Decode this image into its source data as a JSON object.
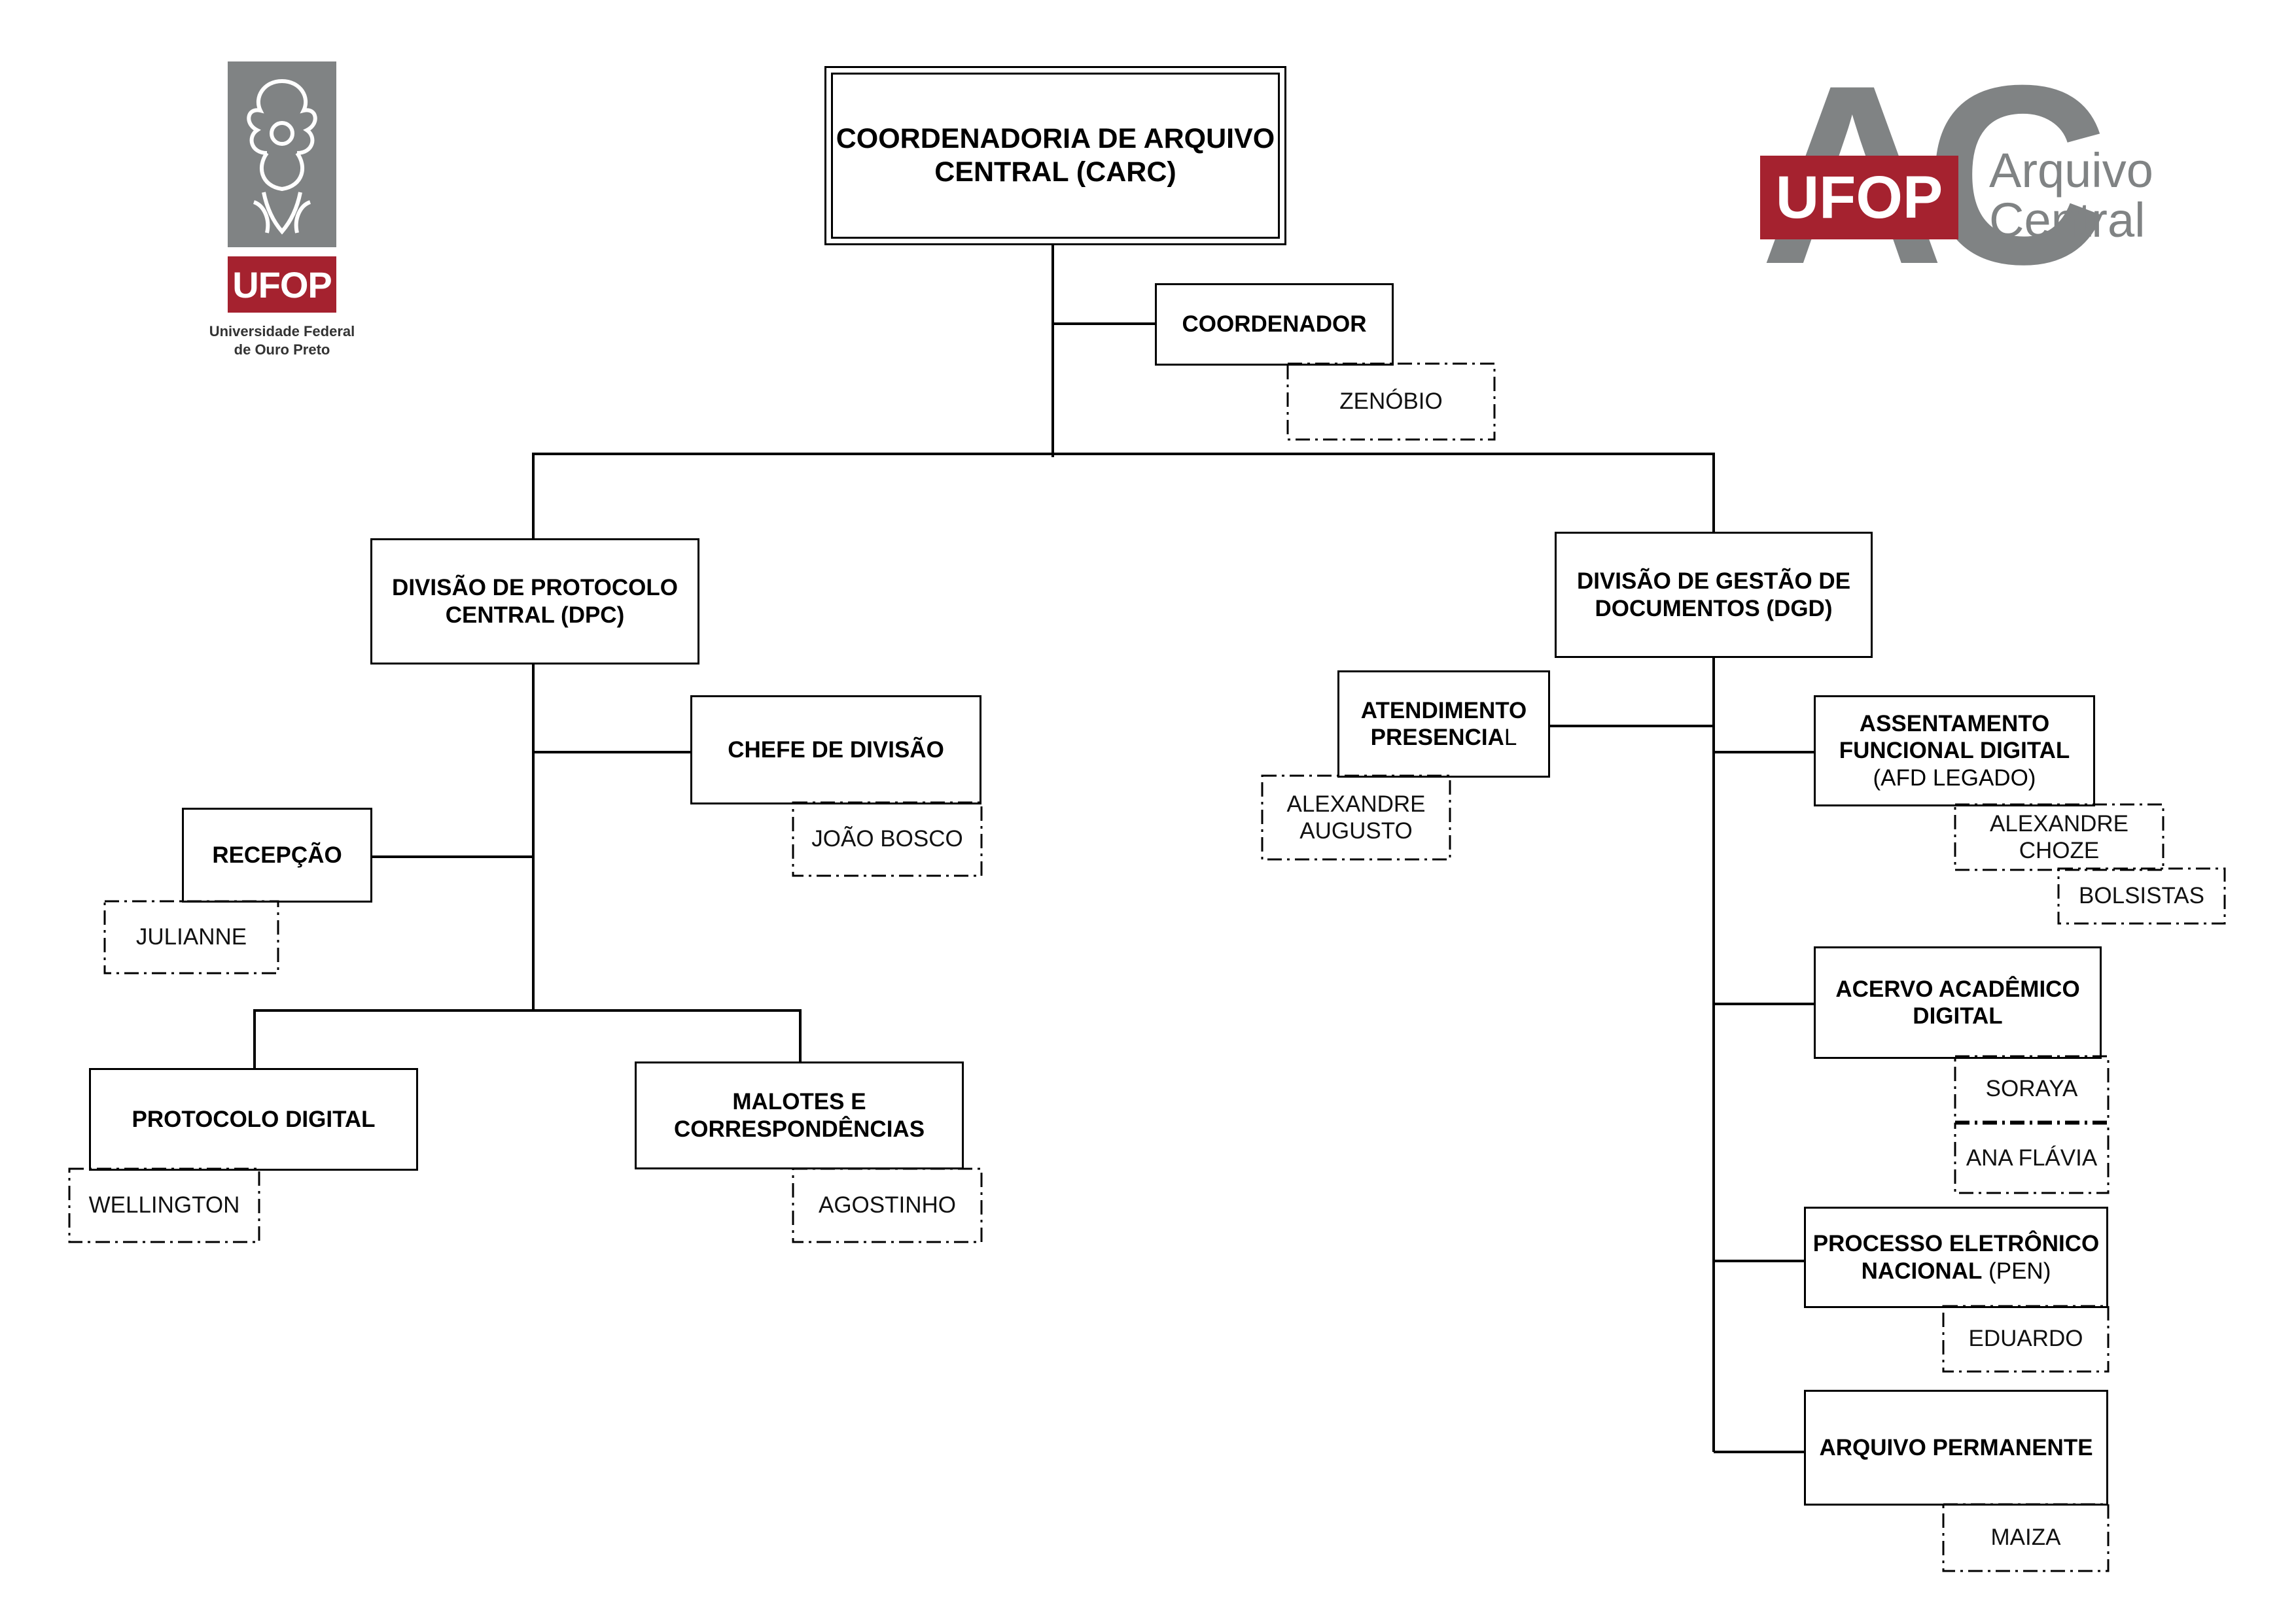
{
  "logos": {
    "left": {
      "label": "UFOP",
      "subtitle_line1": "Universidade Federal",
      "subtitle_line2": "de Ouro Preto"
    },
    "right": {
      "monogram": "AC",
      "label": "UFOP",
      "line1": "Arquivo",
      "line2": "Central"
    },
    "colors": {
      "red": "#a5222f",
      "gray": "#808384"
    }
  },
  "org": {
    "root": {
      "line1": "COORDENADORIA DE ARQUIVO",
      "line2": "CENTRAL (CARC)"
    },
    "coordenador": {
      "title": "COORDENADOR",
      "person": "ZENÓBIO"
    },
    "dpc": {
      "line1": "DIVISÃO DE PROTOCOLO",
      "line2": "CENTRAL (DPC)",
      "chefe": {
        "title": "CHEFE DE DIVISÃO",
        "person": "JOÃO BOSCO"
      },
      "recepcao": {
        "title": "RECEPÇÃO",
        "person": "JULIANNE"
      },
      "protocolo_digital": {
        "title": "PROTOCOLO DIGITAL",
        "person": "WELLINGTON"
      },
      "malotes": {
        "line1": "MALOTES E",
        "line2": "CORRESPONDÊNCIAS",
        "person": "AGOSTINHO"
      }
    },
    "dgd": {
      "line1": "DIVISÃO DE GESTÃO DE",
      "line2": "DOCUMENTOS (DGD)",
      "atendimento": {
        "line1": "ATENDIMENTO",
        "line2_bold": "PRESENCIA",
        "line2_reg": "L",
        "person_line1": "ALEXANDRE",
        "person_line2": "AUGUSTO"
      },
      "assentamento": {
        "line1": "ASSENTAMENTO",
        "line2": "FUNCIONAL DIGITAL",
        "line3": "(AFD LEGADO)",
        "person_line1": "ALEXANDRE",
        "person_line2": "CHOZE",
        "person2": "BOLSISTAS"
      },
      "acervo": {
        "line1": "ACERVO ACADÊMICO",
        "line2": "DIGITAL",
        "person1": "SORAYA",
        "person2": "ANA FLÁVIA"
      },
      "pen": {
        "line1": "PROCESSO ELETRÔNICO",
        "line2_bold": "NACIONAL",
        "line2_reg": " (PEN)",
        "person": "EDUARDO"
      },
      "permanente": {
        "title": "ARQUIVO PERMANENTE",
        "person": "MAIZA"
      }
    }
  }
}
